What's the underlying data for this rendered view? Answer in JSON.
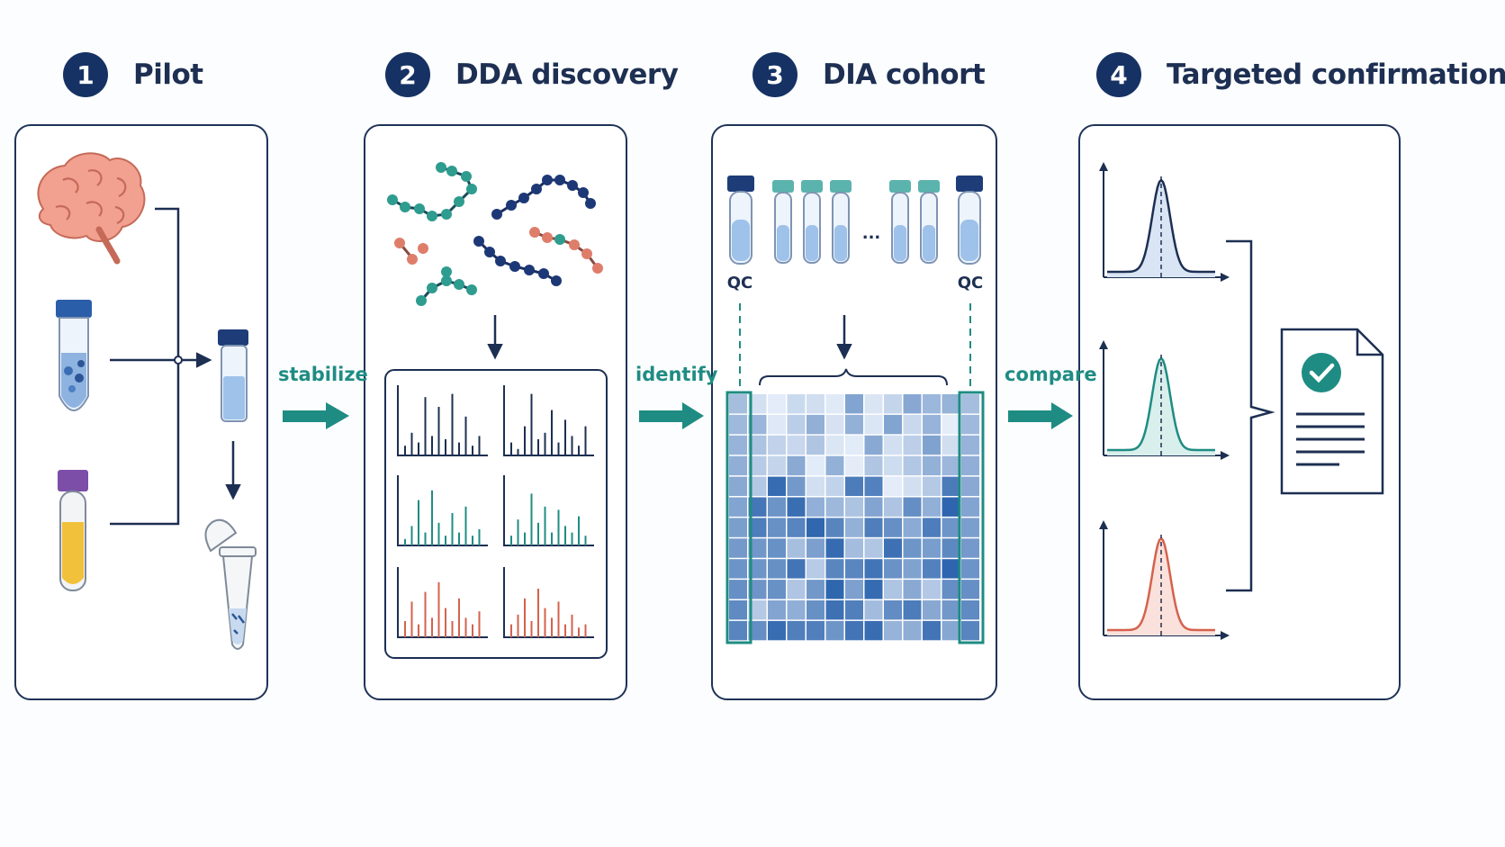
{
  "stages": [
    {
      "number": "1",
      "title": "Pilot"
    },
    {
      "number": "2",
      "title": "DDA discovery"
    },
    {
      "number": "3",
      "title": "DIA cohort"
    },
    {
      "number": "4",
      "title": "Targeted confirmation"
    }
  ],
  "connectors": {
    "stabilize": "stabilize",
    "identify": "identify",
    "compare": "compare"
  },
  "dia": {
    "qc_left": "QC",
    "qc_right": "QC",
    "ellipsis": "..."
  },
  "colors": {
    "navy": "#163264",
    "teal": "#1f8c83",
    "red": "#d4624e",
    "heat_light": "#e6eef9",
    "heat_dark": "#2c64ad"
  },
  "icons": [
    "brain-icon",
    "tube-icon",
    "sample-vial-icon",
    "microtube-icon",
    "peptide-chain-icon",
    "spectrum-icon",
    "heatmap-icon",
    "chromatogram-peak-icon",
    "approved-document-icon"
  ]
}
